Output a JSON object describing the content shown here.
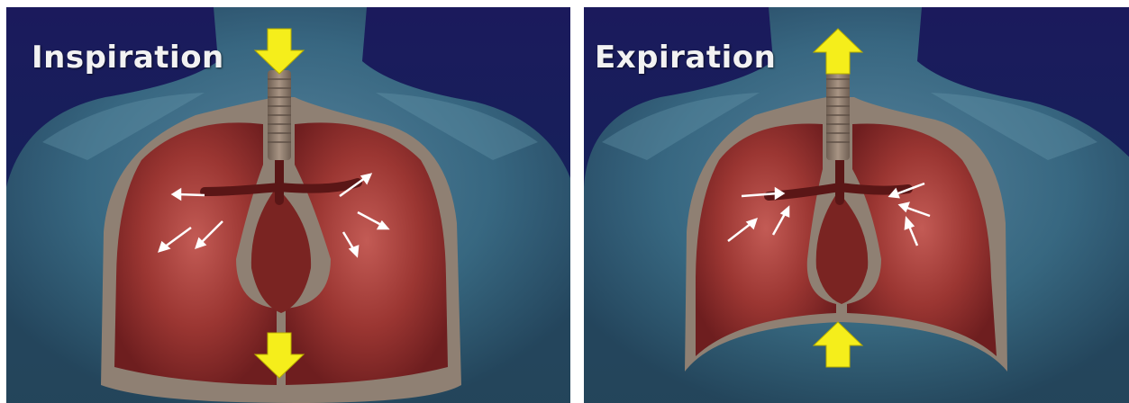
{
  "panels": [
    {
      "title": "Inspiration",
      "windpipe_arrow": "down",
      "diaphragm_arrow": "down",
      "airflow": "outward"
    },
    {
      "title": "Expiration",
      "windpipe_arrow": "up",
      "diaphragm_arrow": "up",
      "airflow": "inward"
    }
  ],
  "colors": {
    "background_top": "#1b1a5c",
    "background_bottom": "#0c1f33",
    "body": "#3b6f85",
    "lung": "#8a2d2c",
    "lung_highlight": "#c35b55",
    "chest_wall": "#8f8073",
    "trachea": "#8d7b6d",
    "arrow": "#f5ee1b",
    "airflow_arrow": "#ffffff"
  }
}
